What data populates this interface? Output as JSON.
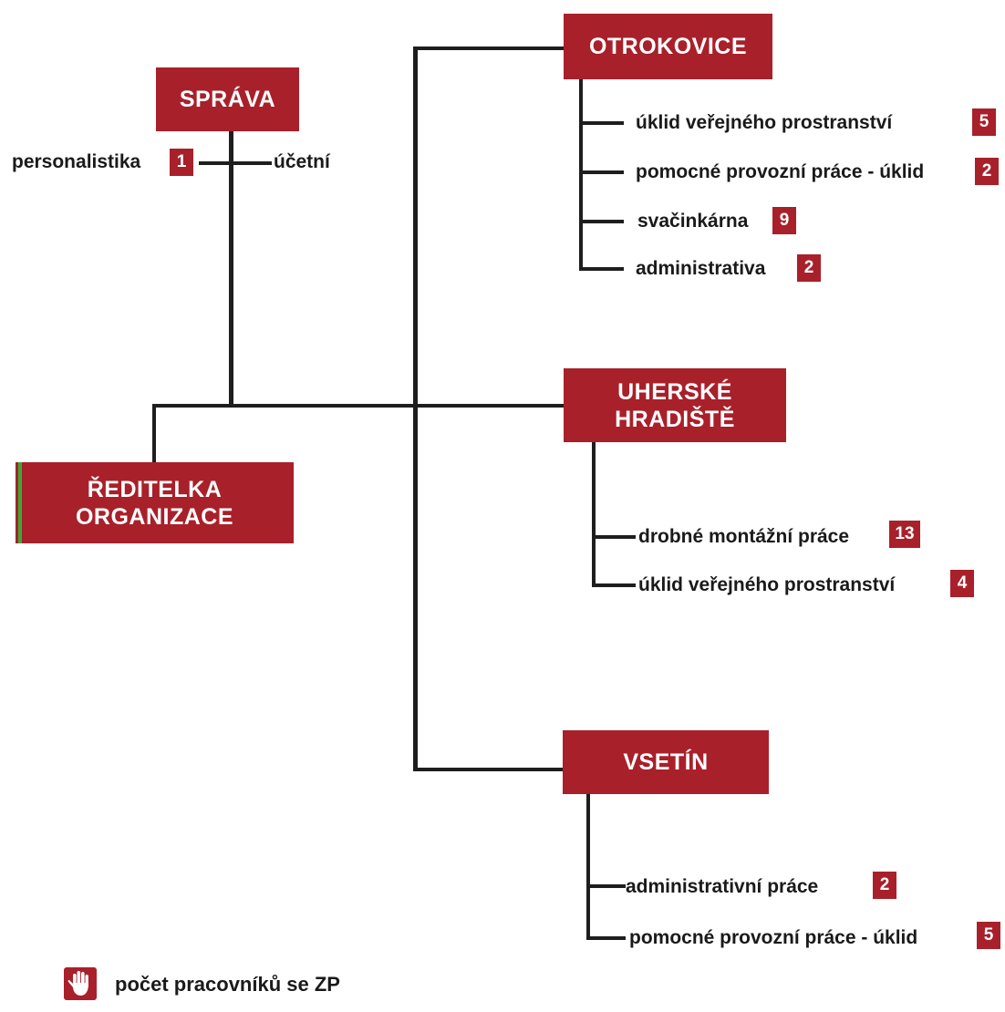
{
  "director": {
    "line1": "ŘEDITELKA",
    "line2": "ORGANIZACE"
  },
  "sprava": {
    "title": "SPRÁVA",
    "left_label": "personalistika",
    "left_count": "1",
    "right_label": "účetní"
  },
  "branches": [
    {
      "title": "OTROKOVICE",
      "items": [
        {
          "label": "úklid veřejného prostranství",
          "count": "5"
        },
        {
          "label": "pomocné provozní práce - úklid",
          "count": "2"
        },
        {
          "label": "svačinkárna",
          "count": "9"
        },
        {
          "label": "administrativa",
          "count": "2"
        }
      ]
    },
    {
      "title_line1": "UHERSKÉ",
      "title_line2": "HRADIŠTĚ",
      "items": [
        {
          "label": "drobné montážní práce",
          "count": "13"
        },
        {
          "label": "úklid veřejného prostranství",
          "count": "4"
        }
      ]
    },
    {
      "title": "VSETÍN",
      "items": [
        {
          "label": "administrativní práce",
          "count": "2"
        },
        {
          "label": "pomocné provozní práce - úklid",
          "count": "5"
        }
      ]
    }
  ],
  "legend": {
    "icon": "hand-icon",
    "text": "počet pracovníků se ZP"
  },
  "colors": {
    "box": "#a8202a",
    "line": "#1e1e1e"
  }
}
